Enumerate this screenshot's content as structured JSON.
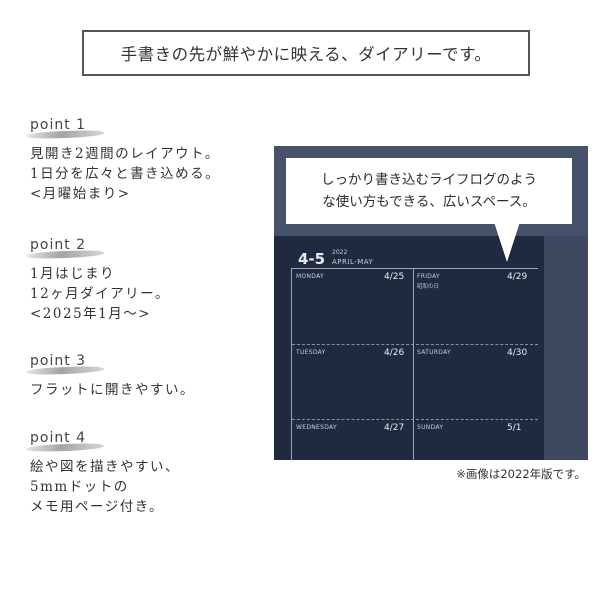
{
  "headline": "手書きの先が鮮やかに映える、ダイアリーです。",
  "points": [
    {
      "title": "point 1",
      "lines": [
        "見開き2週間のレイアウト。",
        "1日分を広々と書き込める。",
        "<月曜始まり>"
      ]
    },
    {
      "title": "point 2",
      "lines": [
        "1月はじまり",
        "12ヶ月ダイアリー。",
        "<2025年1月〜>"
      ]
    },
    {
      "title": "point 3",
      "lines": [
        "フラットに開きやすい。"
      ]
    },
    {
      "title": "point 4",
      "lines": [
        "絵や図を描きやすい、",
        "5mmドットの",
        "メモ用ページ付き。"
      ]
    }
  ],
  "bubble": {
    "line1": "しっかり書き込むライフログのよう",
    "line2": "な使い方もできる、広いスペース。"
  },
  "diary": {
    "date_range": "4-5",
    "year": "2022",
    "months": "APRIL-MAY",
    "days": [
      {
        "name": "MONDAY",
        "date": "4/25"
      },
      {
        "name": "FRIDAY",
        "date": "4/29",
        "note": "昭和の日"
      },
      {
        "name": "TUESDAY",
        "date": "4/26"
      },
      {
        "name": "SATURDAY",
        "date": "4/30"
      },
      {
        "name": "WEDNESDAY",
        "date": "4/27"
      },
      {
        "name": "SUNDAY",
        "date": "5/1"
      }
    ]
  },
  "caption": "※画像は2022年版です。",
  "colors": {
    "page": "#1f2a3f",
    "frame": "#46526a",
    "headline_border": "#555555"
  }
}
